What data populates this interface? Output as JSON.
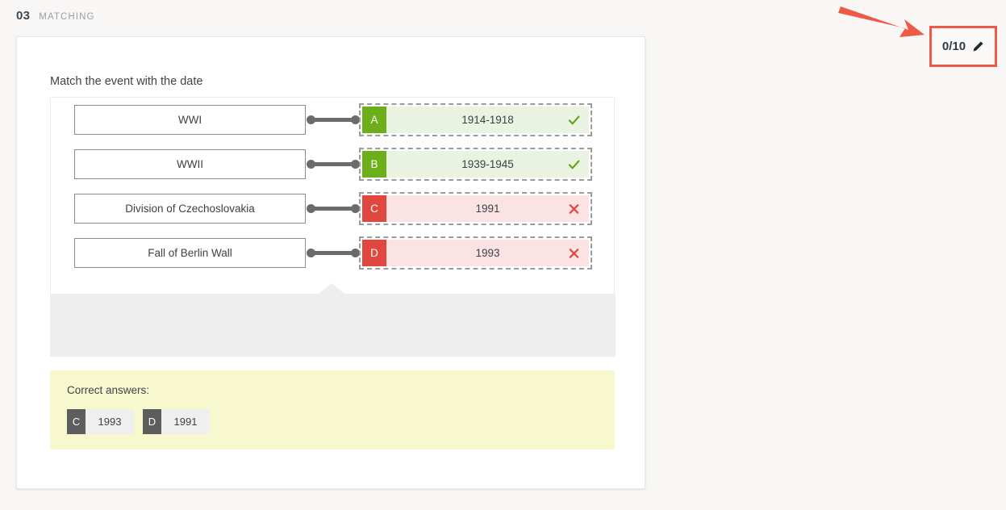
{
  "header": {
    "number": "03",
    "type": "MATCHING"
  },
  "score_annotation": {
    "score": "0/10",
    "edit_icon": "pencil-icon",
    "arrow_icon": "arrow-pointer-icon",
    "accent_color": "#ee5a47"
  },
  "question": {
    "prompt": "Match the event with the date",
    "rows": [
      {
        "left": "WWI",
        "letter": "A",
        "answer": "1914-1918",
        "status": "correct",
        "mark_icon": "check-icon",
        "badge_color": "#6daf1b",
        "body_color": "#eaf2e2"
      },
      {
        "left": "WWII",
        "letter": "B",
        "answer": "1939-1945",
        "status": "correct",
        "mark_icon": "check-icon",
        "badge_color": "#6daf1b",
        "body_color": "#eaf2e2"
      },
      {
        "left": "Division of Czechoslovakia",
        "letter": "C",
        "answer": "1991",
        "status": "wrong",
        "mark_icon": "cross-icon",
        "badge_color": "#e2473f",
        "body_color": "#fbe3e4"
      },
      {
        "left": "Fall of Berlin Wall",
        "letter": "D",
        "answer": "1993",
        "status": "wrong",
        "mark_icon": "cross-icon",
        "badge_color": "#e2473f",
        "body_color": "#fbe3e4"
      }
    ]
  },
  "correct_answers": {
    "title": "Correct answers:",
    "items": [
      {
        "letter": "C",
        "value": "1993"
      },
      {
        "letter": "D",
        "value": "1991"
      }
    ]
  }
}
